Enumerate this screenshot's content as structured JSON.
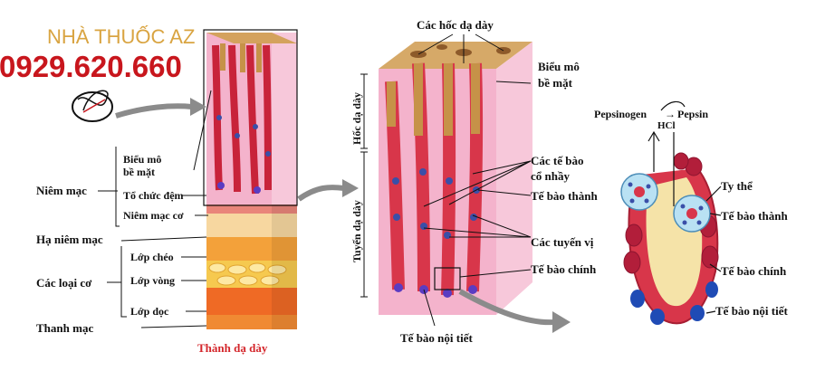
{
  "brand": {
    "name": "NHÀ THUỐC AZ",
    "phone": "0929.620.660"
  },
  "colors": {
    "brand_name": "#d9a441",
    "brand_phone": "#c8161d",
    "caption": "#d4262b",
    "mucosa_pink": "#f4b3cc",
    "gland_red": "#d8364a",
    "pit_tan": "#c8a26a"
  },
  "left_panel": {
    "caption": "Thành dạ dày",
    "layers": [
      "Niêm mạc",
      "Hạ niêm mạc",
      "Các loại cơ",
      "Thanh mạc"
    ],
    "sublabels": [
      "Biểu mô bề mặt",
      "Tổ chức đệm",
      "Niêm mạc cơ",
      "Lớp chéo",
      "Lớp vòng",
      "Lớp dọc"
    ]
  },
  "middle_panel": {
    "top": "Các hốc dạ dày",
    "bottom": "Tế bào nội tiết",
    "vertical": [
      "Hốc dạ dày",
      "Tuyến dạ dày"
    ],
    "right_labels": [
      "Biểu mô bề mặt",
      "Các tế bào cổ nhầy",
      "Tế bào thành",
      "Các tuyến vị",
      "Tế bào chính"
    ]
  },
  "right_panel": {
    "reaction_from": "Pepsinogen",
    "reaction_to": "Pepsin",
    "reaction_agent": "HCl",
    "labels": [
      "Ty thể",
      "Tế bào thành",
      "Tế bào chính",
      "Tế bào nội tiết"
    ]
  }
}
